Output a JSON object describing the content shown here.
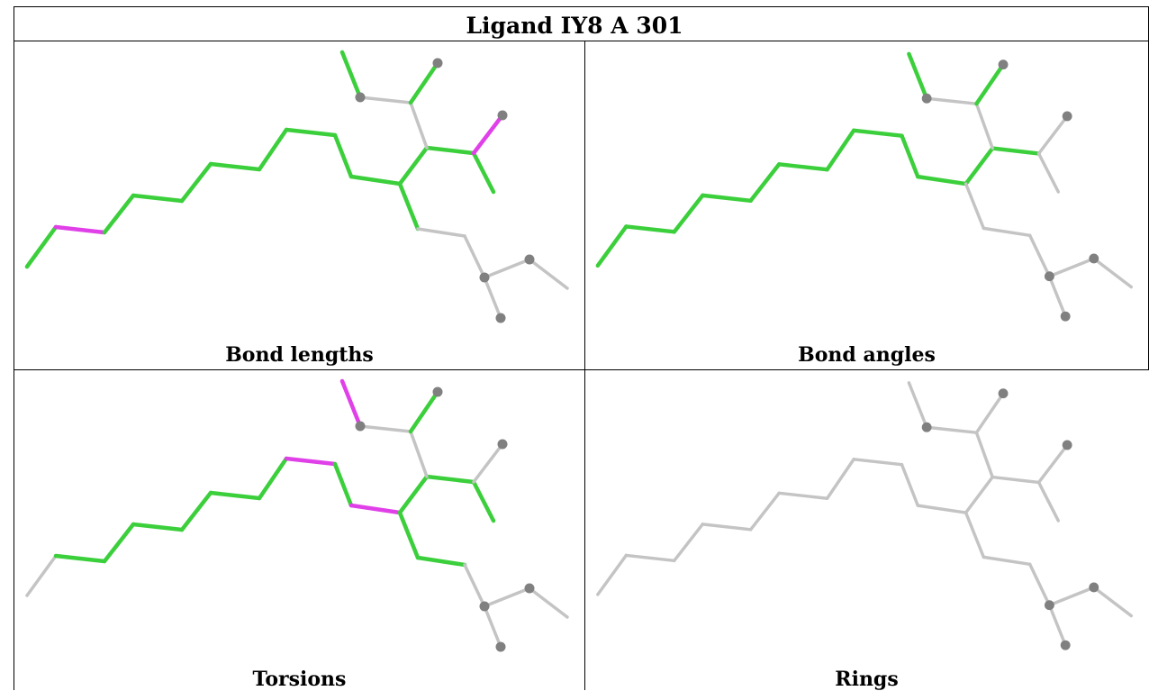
{
  "title": "Ligand IY8 A 301",
  "panels": [
    {
      "caption": "Bond lengths",
      "colors": [
        "g",
        "m",
        "g",
        "g",
        "g",
        "g",
        "g",
        "g",
        "g",
        "g",
        "g",
        "g",
        "g",
        "g",
        "gr",
        "gr",
        "gr",
        "gr",
        "gr",
        "m",
        "gr",
        "gr",
        "g",
        "g",
        "g",
        "gr",
        "g",
        "g"
      ]
    },
    {
      "caption": "Bond angles",
      "colors": [
        "g",
        "g",
        "g",
        "g",
        "g",
        "g",
        "g",
        "g",
        "g",
        "g",
        "g",
        "g",
        "gr",
        "gr",
        "gr",
        "gr",
        "gr",
        "gr",
        "gr",
        "gr",
        "gr",
        "gr",
        "g",
        "g",
        "g",
        "g",
        "g",
        "g"
      ]
    },
    {
      "caption": "Torsions",
      "colors": [
        "gr",
        "g",
        "g",
        "g",
        "g",
        "g",
        "g",
        "m",
        "g",
        "m",
        "g",
        "g",
        "g",
        "g",
        "g",
        "gr",
        "gr",
        "gr",
        "gr",
        "gr",
        "gr",
        "gr",
        "g",
        "m",
        "gr",
        "g",
        "m",
        "gr"
      ]
    },
    {
      "caption": "Rings",
      "colors": [
        "gr",
        "gr",
        "gr",
        "gr",
        "gr",
        "gr",
        "gr",
        "gr",
        "gr",
        "gr",
        "gr",
        "gr",
        "gr",
        "gr",
        "gr",
        "gr",
        "gr",
        "gr",
        "gr",
        "gr",
        "gr",
        "gr",
        "gr",
        "gr",
        "gr",
        "gr",
        "gr",
        "gr"
      ]
    }
  ],
  "palette": {
    "g": "#3ccf3c",
    "m": "#e040e8",
    "gr": "#c4c4c4",
    "atom": "#808080",
    "border": "#000000"
  }
}
